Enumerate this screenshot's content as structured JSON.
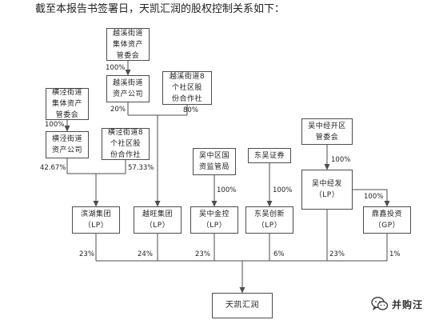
{
  "intro_text": "截至本报告书签署日，天凯汇润的股权控制关系如下：",
  "watermark": {
    "text": "并购汪"
  },
  "colors": {
    "line": "#4d4d4d",
    "text": "#222222"
  },
  "entities": {
    "yuexi_collective": "越溪街道\n集体资产\n管委会",
    "yuexi_asset_co": "越溪街道\n资产公司",
    "yuexi_8_coop": "越溪街道8\n个社区股\n份合作社",
    "hengjing_collective": "横泾街道\n集体资产\n管委会",
    "hengjing_asset_co": "横泾街道\n资产公司",
    "hengjing_8_coop": "横泾街道8\n个社区股\n份合作社",
    "wuzhong_sasac": "吴中区国\n资监管局",
    "dongwu_securities": "东吴证券",
    "wuzhong_devzone": "吴中经开区\n管委会",
    "wuzhong_jingfa": "吴中经发\n（LP）",
    "binhu": "滨湖集团\n（LP）",
    "yuewang": "越旺集团\n（LP）",
    "wuzhong_jinkong": "吴中金控\n（LP）",
    "dongwu_chuangxin": "东吴创新\n（LP）",
    "dingxin": "鼎鑫投资\n（GP）",
    "tiankai": "天凯汇润"
  },
  "percentages": {
    "yuexi_collective_to_asset": "100%",
    "yuexi_asset_to_yuewang": "20%",
    "yuexi_coop_to_yuewang": "80%",
    "hengjing_collective_to_asset": "100%",
    "hengjing_asset_to_binhu": "42.67%",
    "hengjing_coop_to_binhu": "57.33%",
    "sasac_to_jinkong": "100%",
    "securities_to_chuangxin": "100%",
    "devzone_to_jingfa": "100%",
    "jingfa_to_dingxin": "100%",
    "binhu_to_tiankai": "23%",
    "yuewang_to_tiankai": "24%",
    "jinkong_to_tiankai": "23%",
    "chuangxin_to_tiankai": "6%",
    "jingfa_to_tiankai": "23%",
    "dingxin_to_tiankai": "1%"
  }
}
